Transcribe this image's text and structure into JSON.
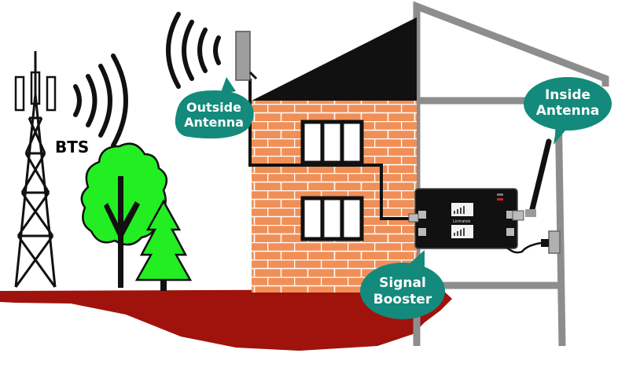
{
  "labels": {
    "bts": "BTS",
    "outside_antenna_line1": "Outside",
    "outside_antenna_line2": "Antenna",
    "inside_antenna_line1": "Inside",
    "inside_antenna_line2": "Antenna",
    "signal_booster_line1": "Signal",
    "signal_booster_line2": "Booster",
    "booster_brand": "Lintratek"
  },
  "colors": {
    "bubble": "#138a7b",
    "brick": "#f08f57",
    "roof": "#111111",
    "ground": "#a0120c",
    "tree_green": "#22ee22",
    "frame": "#8d8d8d",
    "booster": "#111111"
  },
  "icons": [
    "cell-tower-icon",
    "antenna-icon",
    "signal-wave-icon",
    "tree-icon",
    "power-plug-icon"
  ]
}
